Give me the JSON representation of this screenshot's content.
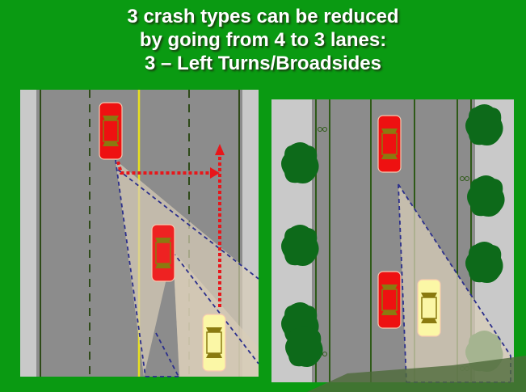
{
  "title": {
    "line1": "3 crash types can be reduced",
    "line2": "by going from 4 to 3 lanes:",
    "line3": "3 – Left Turns/Broadsides"
  },
  "diagrams": [
    {
      "name": "four-lane-road",
      "lanes": 4,
      "cars": [
        "red",
        "red",
        "yellow"
      ]
    },
    {
      "name": "three-lane-road",
      "lanes": 3,
      "cars": [
        "red",
        "red",
        "yellow"
      ],
      "trees": 8,
      "bike_lanes": 2
    }
  ],
  "colors": {
    "background": "#0a9a12",
    "road": "#8c8c8c",
    "sidewalk": "#c9c9c9",
    "red_car": "#ee1111",
    "yellow_car": "#fbf7a6",
    "arrow": "#e8161a",
    "sight_line": "#2b2f8c",
    "tree": "#0d6a1a"
  }
}
